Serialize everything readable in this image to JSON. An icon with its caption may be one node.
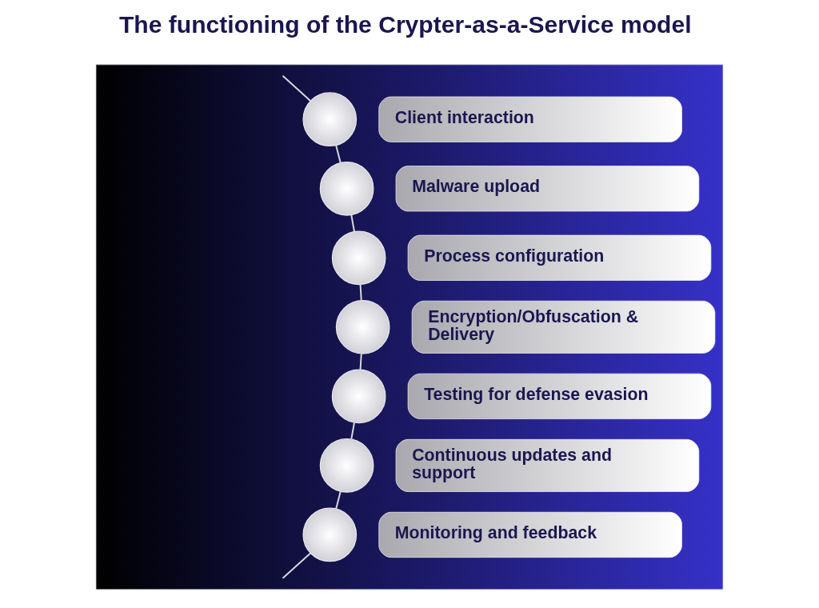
{
  "diagram": {
    "title": "The functioning of the Crypter-as-a-Service model",
    "nodes": [
      {
        "text": [],
        "shape": "box"
      },
      {
        "text": [],
        "shape": "circle",
        "in": 0
      },
      {
        "text": [
          "Client interaction"
        ],
        "in": 0
      },
      {
        "text": [],
        "shape": "circle",
        "in": 0
      },
      {
        "text": [
          "Malware upload"
        ],
        "in": 0
      },
      {
        "text": [],
        "shape": "circle",
        "in": 0
      },
      {
        "text": [
          "Process configuration"
        ],
        "in": 0
      },
      {
        "text": [],
        "shape": "circle",
        "in": 0
      },
      {
        "text": [
          "Encryption/Obfuscation & Delivery"
        ],
        "in": 0
      },
      {
        "text": [],
        "shape": "circle",
        "in": 0
      },
      {
        "text": [
          "Testing for defense evasion"
        ],
        "in": 0
      },
      {
        "text": [],
        "shape": "circle",
        "in": 0
      },
      {
        "text": [
          "Continuous updates and support"
        ],
        "in": 0
      },
      {
        "text": [],
        "shape": "circle",
        "in": 0
      },
      {
        "text": [
          "Monitoring and feedback"
        ],
        "in": 0
      }
    ],
    "edges": [
      {
        "from": null,
        "to": 1,
        "arrow": "none"
      },
      {
        "from": 1,
        "to": 3,
        "arrow": "none"
      },
      {
        "from": 3,
        "to": 5,
        "arrow": "none"
      },
      {
        "from": 5,
        "to": 7,
        "arrow": "none"
      },
      {
        "from": 7,
        "to": 9,
        "arrow": "none"
      },
      {
        "from": 9,
        "to": 11,
        "arrow": "none"
      },
      {
        "from": 11,
        "to": 13,
        "arrow": "none"
      },
      {
        "from": 13,
        "to": null,
        "arrow": "none"
      }
    ]
  }
}
